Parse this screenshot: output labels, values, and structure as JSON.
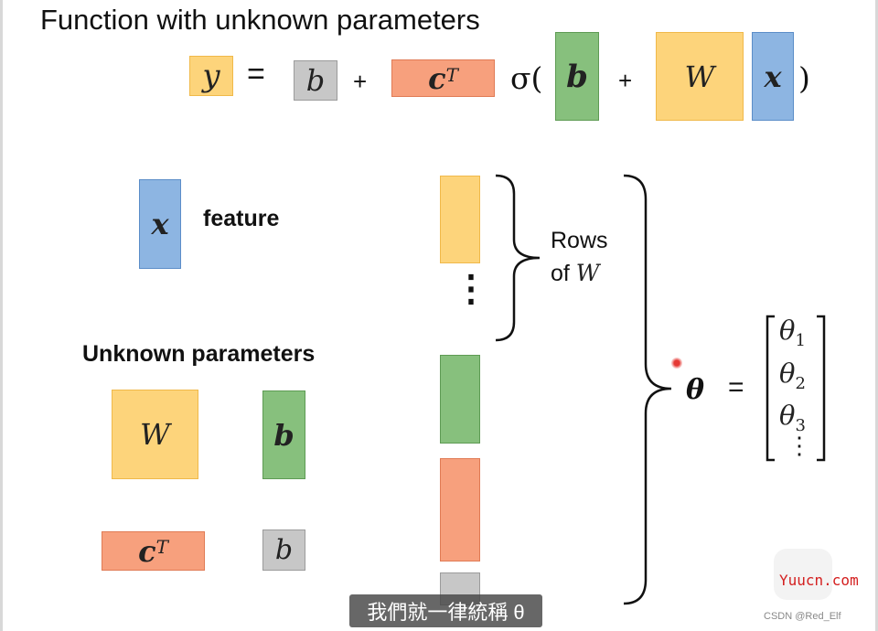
{
  "title": "Function with unknown parameters",
  "equation": {
    "y": "y",
    "eq": "=",
    "b_scalar": "b",
    "plus1": "+",
    "cT_base": "c",
    "cT_sup": "T",
    "sigma_open": "σ(",
    "b_vec": "b",
    "plus2": "+",
    "W": "W",
    "x": "x",
    "close": ")"
  },
  "feature": {
    "x": "x",
    "label": "feature"
  },
  "unknown": {
    "heading": "Unknown parameters",
    "W": "W",
    "b_vec": "b",
    "cT_base": "c",
    "cT_sup": "T",
    "b_scalar": "b"
  },
  "column": {
    "dots": "⋮",
    "rows_label_1": "Rows",
    "rows_label_2_prefix": "of ",
    "rows_label_2_var": "W"
  },
  "theta": {
    "symbol": "θ",
    "eq": "=",
    "entries": [
      {
        "base": "θ",
        "sub": "1"
      },
      {
        "base": "θ",
        "sub": "2"
      },
      {
        "base": "θ",
        "sub": "3"
      },
      {
        "base": "⋮",
        "sub": ""
      }
    ]
  },
  "subtitle": "我們就一律統稱 θ",
  "watermark": {
    "logo": "Yuucn.com",
    "credit": "CSDN @Red_Elf"
  },
  "colors": {
    "yellow": "#fdd47b",
    "green": "#87c07d",
    "blue": "#8db5e2",
    "orange": "#f7a07d",
    "gray": "#c7c7c7",
    "pointer": "#e53935"
  }
}
